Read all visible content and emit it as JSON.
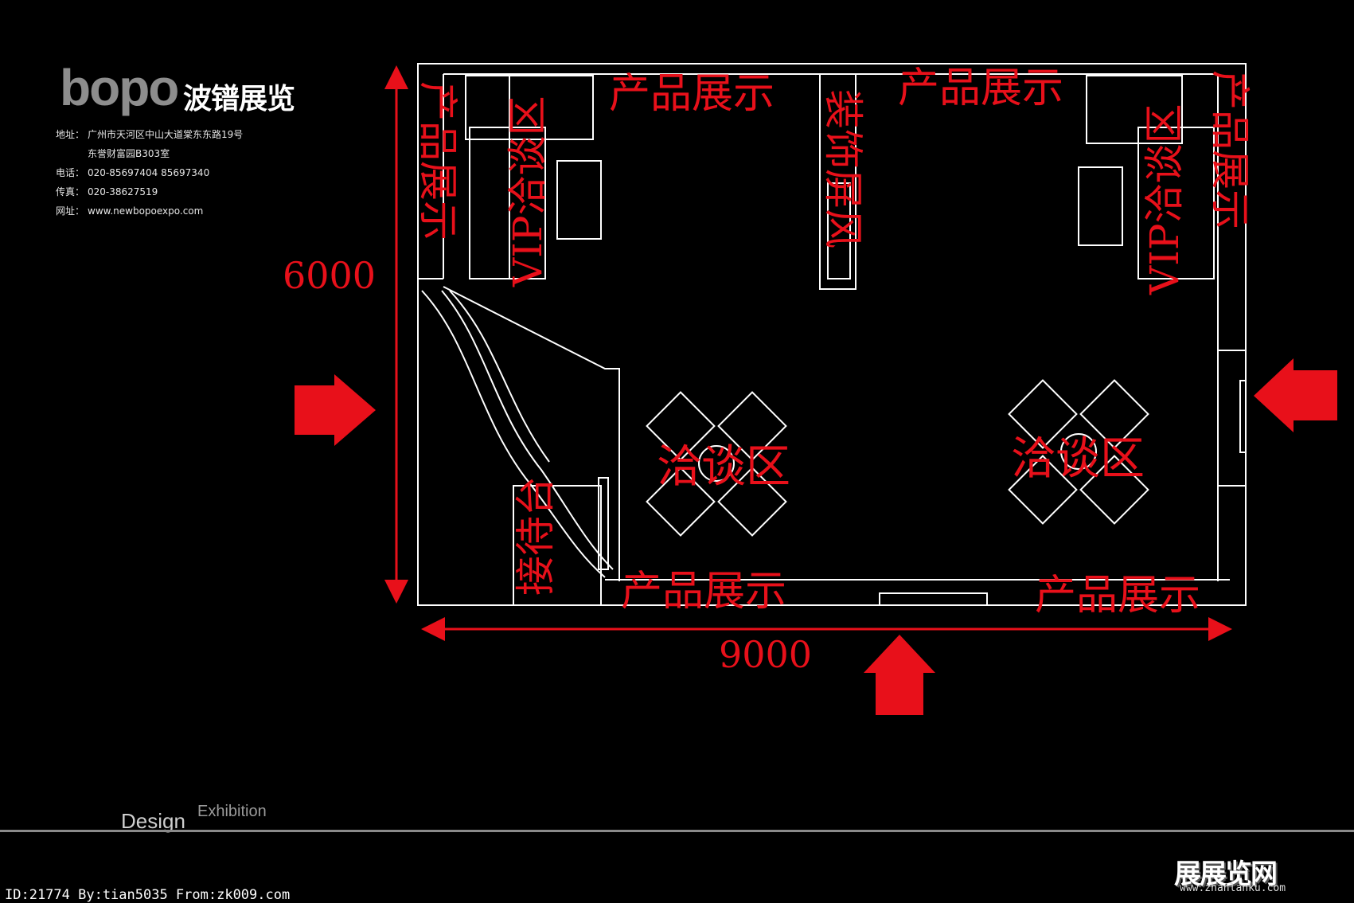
{
  "company": {
    "logo_text": "bopo",
    "brand_name": "波镨展览",
    "address_label": "地址：",
    "address_line1": "广州市天河区中山大道棠东东路19号",
    "address_line2": "东誉财富园B303室",
    "phone_label": "电话：",
    "phone": "020-85697404  85697340",
    "fax_label": "传真：",
    "fax": "020-38627519",
    "web_label": "网址：",
    "web": "www.newbopoexpo.com"
  },
  "dimensions": {
    "height": "6000",
    "width": "9000"
  },
  "zones": {
    "product_display": "产品展示",
    "vip_negotiation": "VIP洽谈区",
    "decoration_screen": "装饰屏风",
    "negotiation_area": "洽谈区",
    "reception_desk": "接待台"
  },
  "footer": {
    "design": "Design",
    "exhibition": "Exhibition",
    "id_line": "ID:21774 By:tian5035 From:zk009.com",
    "watermark": "展展览网",
    "watermark_url": "www.zhanlanku.com"
  },
  "colors": {
    "background": "#000000",
    "accent": "#e8101a",
    "lines": "#ffffff",
    "logo_orange": "#f08200"
  }
}
